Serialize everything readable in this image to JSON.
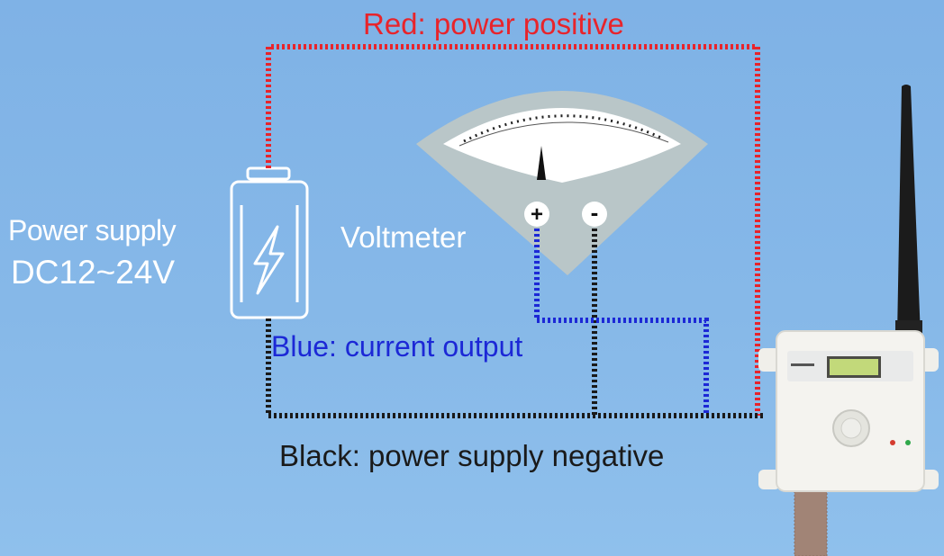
{
  "labels": {
    "red_wire": "Red: power positive",
    "power_supply_line1": "Power supply",
    "power_supply_line2": "DC12~24V",
    "voltmeter": "Voltmeter",
    "blue_wire": "Blue: current output",
    "black_wire": "Black: power supply negative"
  },
  "meter_terminals": {
    "positive": "+",
    "negative": "-"
  },
  "colors": {
    "red_wire": "#e8242b",
    "blue_wire": "#1c28d6",
    "black_wire": "#1a1a1a",
    "background": "#86b8e8"
  },
  "icons": [
    "battery-icon",
    "lightning-bolt-icon",
    "voltmeter-icon",
    "transmitter-device",
    "antenna",
    "sensor-probe"
  ]
}
